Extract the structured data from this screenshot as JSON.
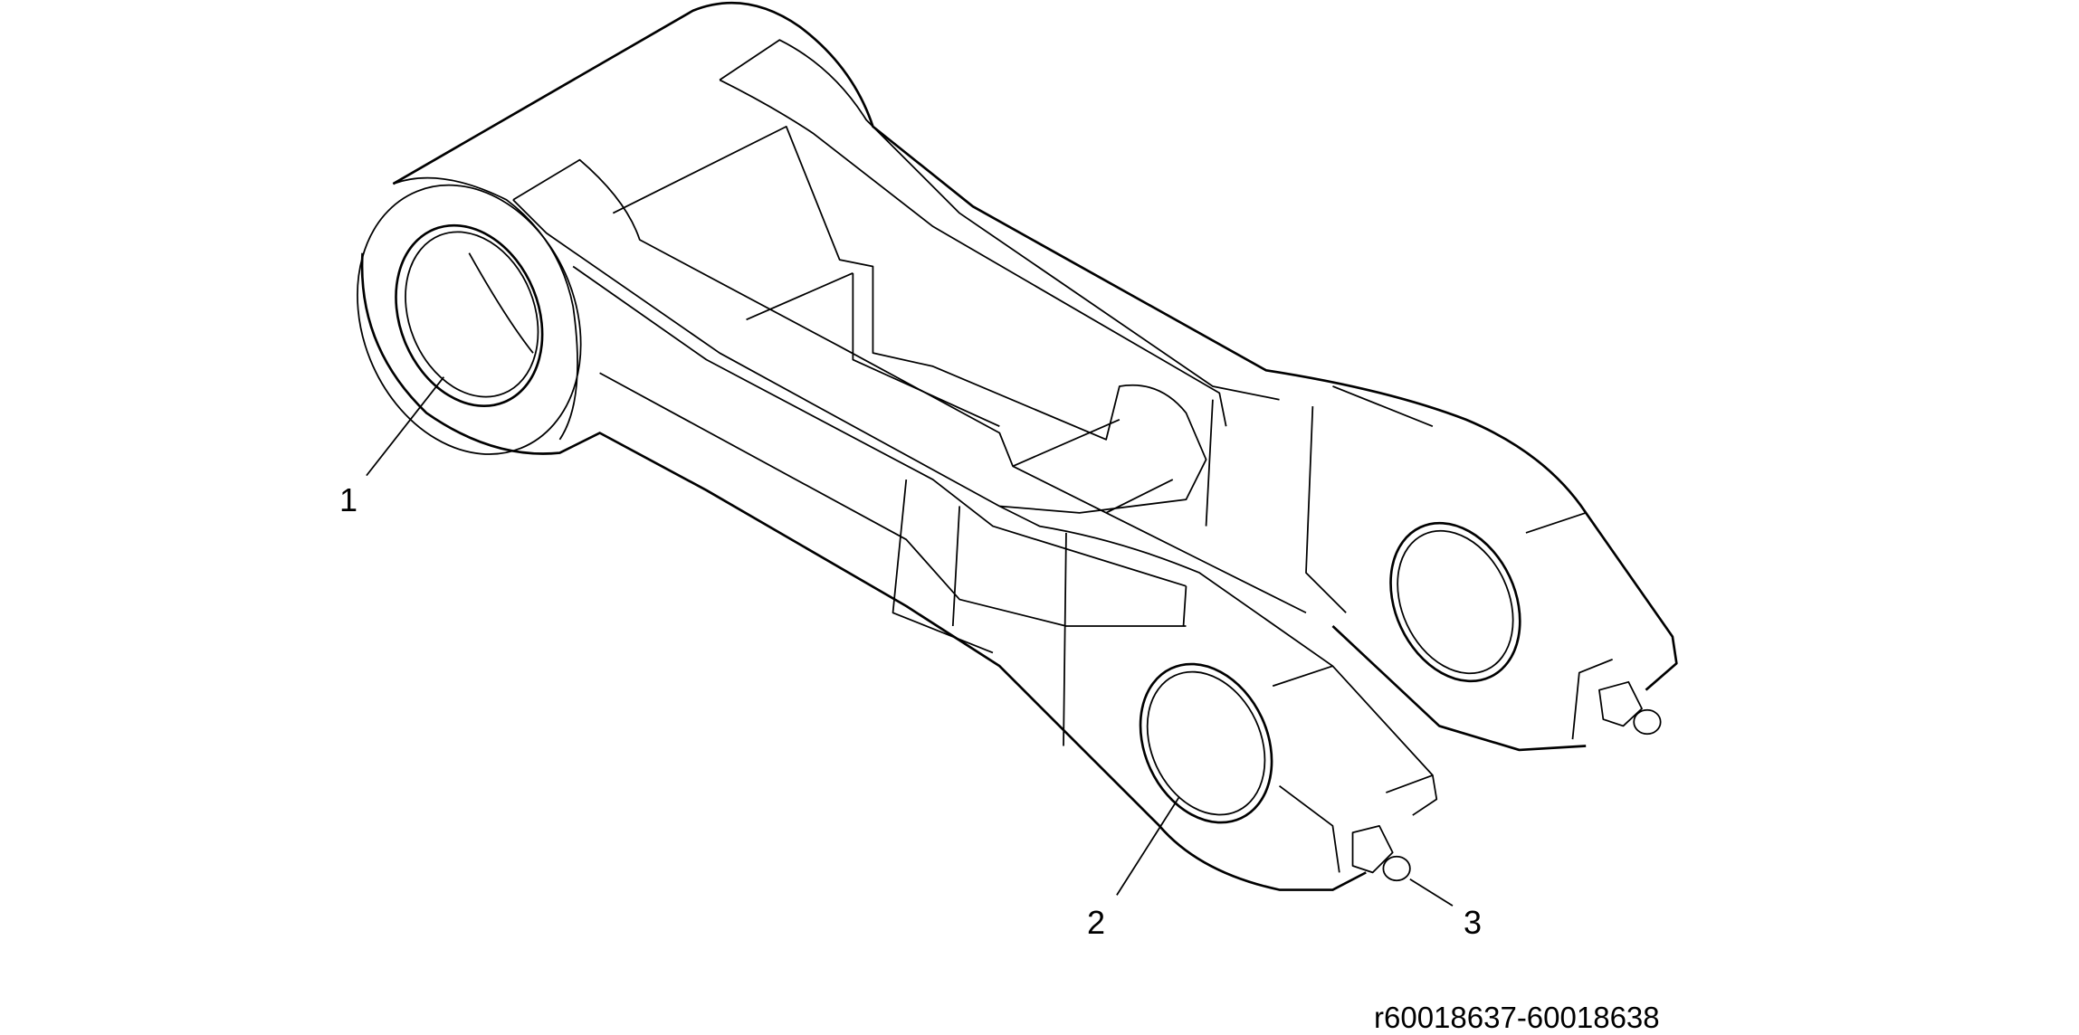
{
  "callouts": [
    {
      "number": "1"
    },
    {
      "number": "2"
    },
    {
      "number": "3"
    }
  ],
  "reference_code": "r60018637-60018638",
  "colors": {
    "line": "#000000",
    "background": "#ffffff"
  }
}
